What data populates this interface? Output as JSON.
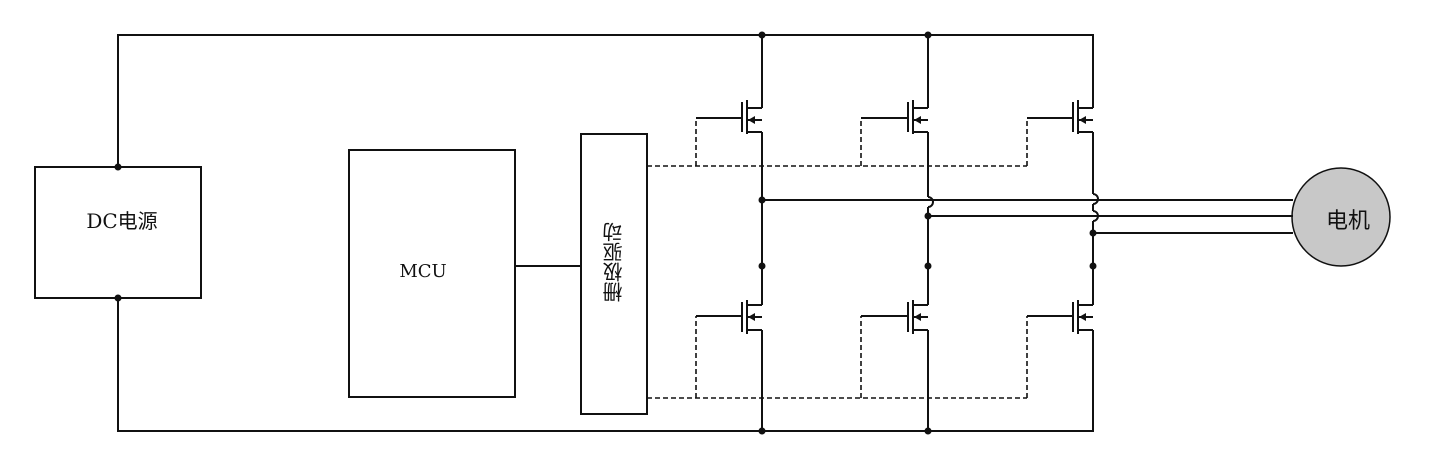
{
  "labels": {
    "dc_source": "DC电源",
    "mcu": "MCU",
    "gate_driver": "栅极驱动",
    "motor": "电机"
  },
  "colors": {
    "line": "#111111",
    "motor_fill": "#c8c8c8",
    "background": "#ffffff"
  },
  "bridge": {
    "phases": 3,
    "switches_per_phase": 2,
    "switch_type": "mosfet"
  }
}
